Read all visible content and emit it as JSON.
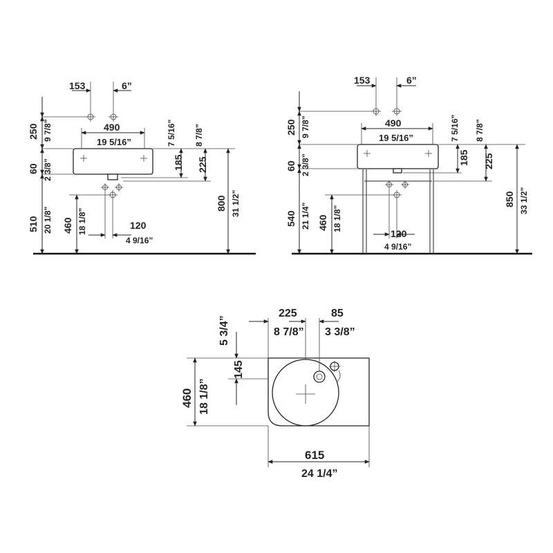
{
  "front_view": {
    "tap_left_mm": "153",
    "tap_right_in": "6”",
    "basin_width_mm": "490",
    "basin_width_in": "19 5/16”",
    "top_offset_mm": "250",
    "top_offset_in": "9 7/8”",
    "rim_in_a": "7 5/16”",
    "rim_in_b": "8 7/8”",
    "drop_a_mm": "185",
    "drop_b_mm": "225",
    "height_mm": "60",
    "height_in": "2 3/8”",
    "total_mm": "800",
    "total_in": "31 1/2”",
    "floor_a_mm": "510",
    "floor_a_in": "20 1/8”",
    "floor_b_mm": "460",
    "floor_b_in": "18 1/8”",
    "waste_mm": "120",
    "waste_in": "4 9/16”"
  },
  "stand_view": {
    "tap_left_mm": "153",
    "tap_right_in": "6”",
    "basin_width_mm": "490",
    "basin_width_in": "19 5/16”",
    "top_offset_mm": "250",
    "top_offset_in": "9 7/8”",
    "rim_in_a": "7 5/16”",
    "rim_in_b": "8 7/8”",
    "drop_a_mm": "185",
    "drop_b_mm": "225",
    "height_mm": "60",
    "height_in": "2 3/8”",
    "total_mm": "850",
    "total_in": "33 1/2”",
    "floor_a_mm": "540",
    "floor_a_in": "21 1/4”",
    "floor_b_mm": "460",
    "floor_b_in": "18 1/8”",
    "waste_mm": "120",
    "waste_in": "4 9/16”"
  },
  "top_view": {
    "offset_mm": "225",
    "offset_in": "8 7/8”",
    "tap_mm": "85",
    "tap_in": "3 3/8”",
    "edge_in": "5 3/4”",
    "edge_mm": "145",
    "depth_mm": "460",
    "depth_in": "18 1/8”",
    "width_mm": "615",
    "width_in": "24 1/4”"
  }
}
